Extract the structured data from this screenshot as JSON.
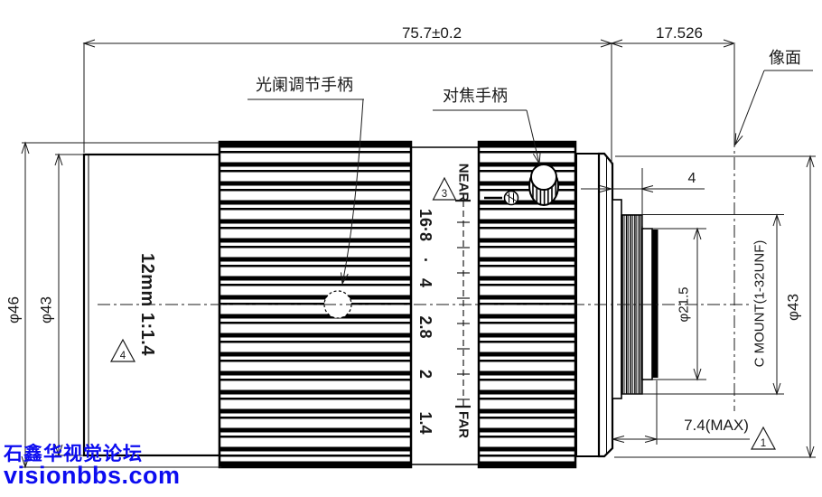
{
  "watermark": {
    "line1": "石鑫华视觉论坛",
    "line2": "visionbbs.com",
    "color": "#0c0cf0"
  },
  "callout_labels": {
    "aperture_handle": "光阑调节手柄",
    "focus_handle": "对焦手柄",
    "image_plane": "像面"
  },
  "dimensions": {
    "total_length": "75.7±0.2",
    "flange_back": "17.526",
    "front_ring_dia": "φ46",
    "barrel_dia": "φ43",
    "thread_length": "4",
    "rear_tube_dia": "φ21.5",
    "mount_spec": "C MOUNT(1-32UNF)",
    "mount_dia": "φ43",
    "rear_protrusion": "7.4(MAX)"
  },
  "lens_markings": {
    "model": "12mm 1:1.4",
    "near": "NEAR",
    "far": "FAR",
    "aperture_scale": [
      "16·8",
      "·",
      "4",
      "2.8",
      "2",
      "1.4"
    ]
  },
  "revision_marks": {
    "triangle_3": "3",
    "triangle_4": "4",
    "triangle_1": "1"
  }
}
